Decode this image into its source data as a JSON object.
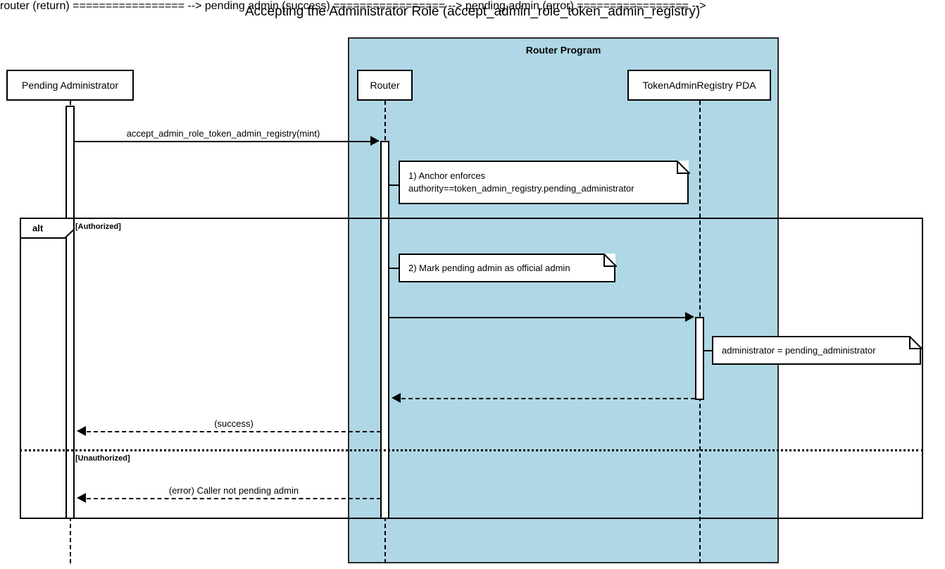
{
  "title": "Accepting the Administrator Role (accept_admin_role_token_admin_registry)",
  "colors": {
    "group_fill": "#AFD7E5",
    "stroke": "#000000",
    "note_fill": "#FFFFFF",
    "background": "#FFFFFF"
  },
  "group": {
    "label": "Router Program"
  },
  "participants": [
    {
      "id": "pending_admin",
      "label": "Pending Administrator"
    },
    {
      "id": "router",
      "label": "Router"
    },
    {
      "id": "registry_pda",
      "label": "TokenAdminRegistry PDA"
    }
  ],
  "messages": [
    {
      "id": "msg1",
      "label": "accept_admin_role_token_admin_registry(mint)",
      "from": "pending_admin",
      "to": "router",
      "style": "solid",
      "direction": "right"
    },
    {
      "id": "msg2",
      "label": "",
      "from": "router",
      "to": "registry_pda",
      "style": "solid",
      "direction": "right"
    },
    {
      "id": "msg3",
      "label": "",
      "from": "registry_pda",
      "to": "router",
      "style": "dashed",
      "direction": "left"
    },
    {
      "id": "msg4",
      "label": "(success)",
      "from": "router",
      "to": "pending_admin",
      "style": "dashed",
      "direction": "left"
    },
    {
      "id": "msg5",
      "label": "(error) Caller not pending admin",
      "from": "router",
      "to": "pending_admin",
      "style": "dashed",
      "direction": "left"
    }
  ],
  "notes": [
    {
      "id": "note1",
      "line1": "1) Anchor enforces",
      "line2": "authority==token_admin_registry.pending_administrator",
      "anchor": "router"
    },
    {
      "id": "note2",
      "line1": "2) Mark pending admin as official admin",
      "line2": "",
      "anchor": "router"
    },
    {
      "id": "note3",
      "line1": "administrator = pending_administrator",
      "line2": "",
      "anchor": "registry_pda"
    }
  ],
  "fragment": {
    "operator": "alt",
    "guards": [
      {
        "id": "guard_authorized",
        "label": "[Authorized]"
      },
      {
        "id": "guard_unauthorized",
        "label": "[Unauthorized]"
      }
    ]
  }
}
